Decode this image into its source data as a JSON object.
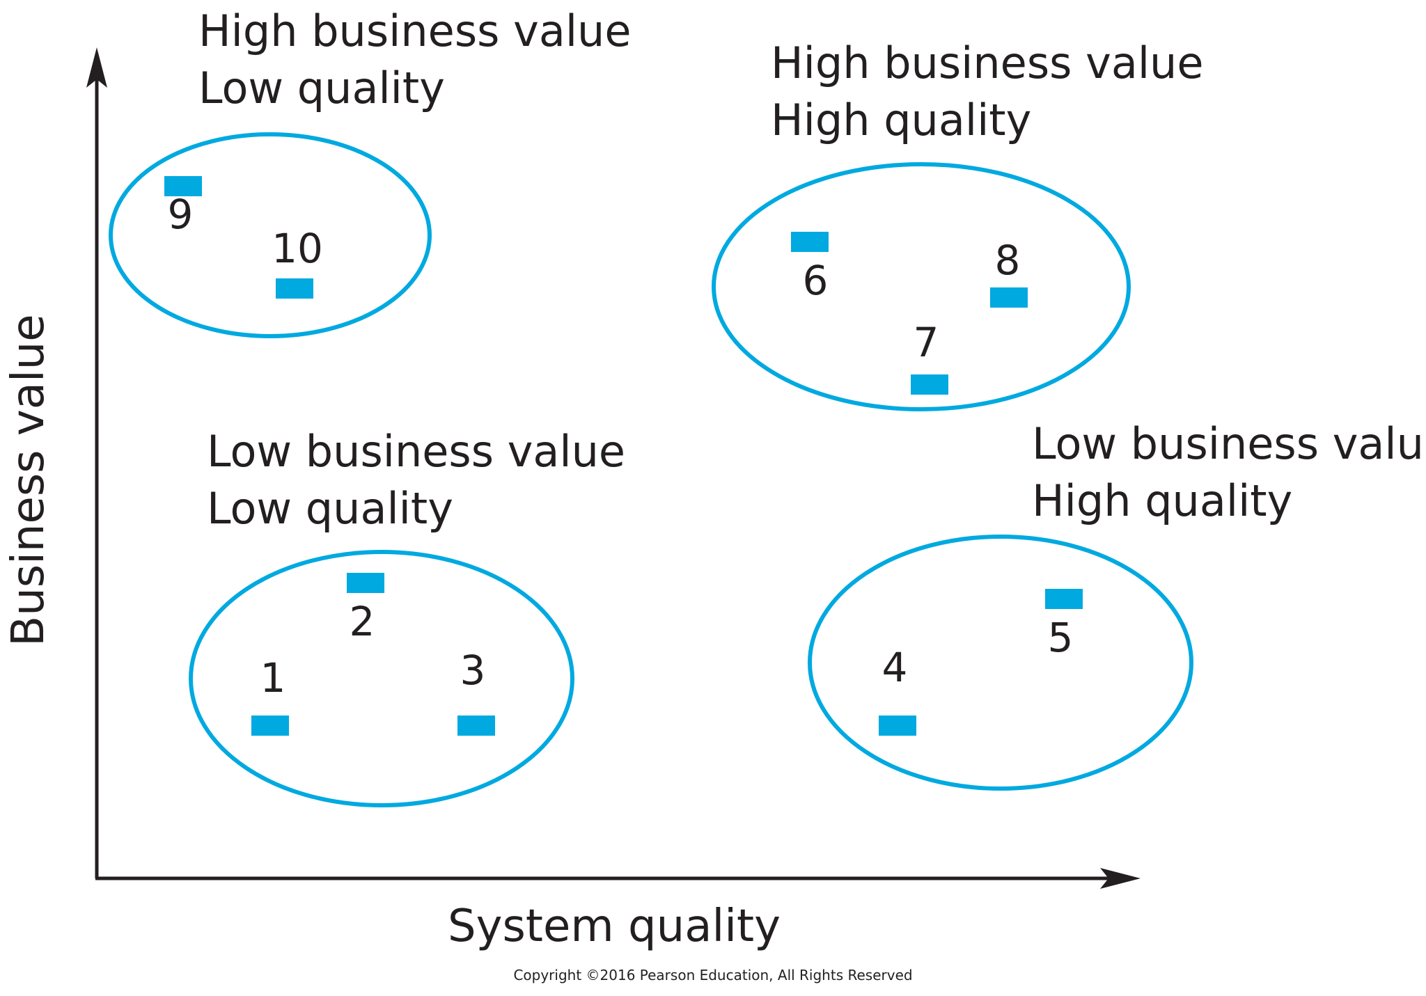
{
  "diagram": {
    "y_axis_label": "Business value",
    "x_axis_label": "System quality",
    "copyright": "Copyright ©2016 Pearson Education, All Rights Reserved",
    "colors": {
      "accent": "#00a9e0",
      "text": "#231f20",
      "axis": "#231f20"
    },
    "clusters": [
      {
        "id": "high-value-low-quality",
        "label_line1": "High business value",
        "label_line2": "Low quality",
        "systems": [
          "9",
          "10"
        ]
      },
      {
        "id": "high-value-high-quality",
        "label_line1": "High business value",
        "label_line2": "High quality",
        "systems": [
          "6",
          "7",
          "8"
        ]
      },
      {
        "id": "low-value-low-quality",
        "label_line1": "Low business value",
        "label_line2": "Low quality",
        "systems": [
          "1",
          "2",
          "3"
        ]
      },
      {
        "id": "low-value-high-quality",
        "label_line1": "Low business value",
        "label_line2": "High quality",
        "systems": [
          "4",
          "5"
        ]
      }
    ]
  }
}
